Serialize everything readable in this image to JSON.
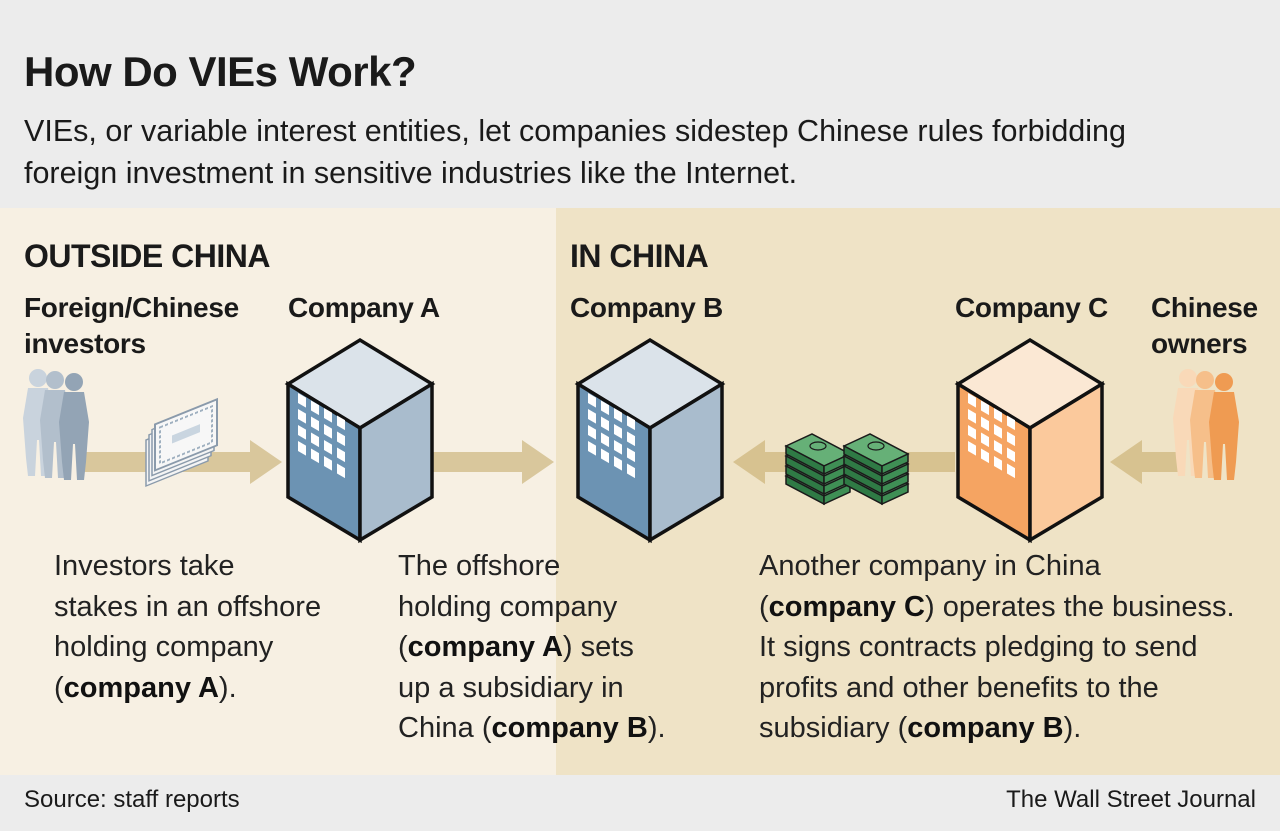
{
  "header": {
    "title": "How Do VIEs Work?",
    "subtitle": "VIEs, or variable interest entities, let companies sidestep Chinese rules forbidding foreign investment in sensitive industries like the Internet."
  },
  "regions": {
    "outside": "OUTSIDE CHINA",
    "inside": "IN CHINA"
  },
  "labels": {
    "foreign_investors_line1": "Foreign/Chinese",
    "foreign_investors_line2": "investors",
    "company_a": "Company A",
    "company_b": "Company B",
    "company_c": "Company C",
    "chinese_owners_line1": "Chinese",
    "chinese_owners_line2": "owners"
  },
  "descriptions": {
    "step1": {
      "line1": "Investors take",
      "line2": "stakes in an offshore",
      "line3": "holding company",
      "line4_open": "(",
      "line4_bold": "company A",
      "line4_close": ")."
    },
    "step2": {
      "line1": "The offshore",
      "line2": "holding company",
      "line3_open": "(",
      "line3_bold": "company A",
      "line3_close": ") sets",
      "line4": "up a subsidiary in",
      "line5_open": "China (",
      "line5_bold": "company B",
      "line5_close": ")."
    },
    "step3": {
      "line1": "Another company in China",
      "line2_open": "(",
      "line2_bold": "company C",
      "line2_close": ") operates the business.",
      "line3": "It signs contracts pledging to send",
      "line4": "profits and other benefits to the",
      "line5_open": "subsidiary (",
      "line5_bold": "company B",
      "line5_close": ")."
    }
  },
  "footer": {
    "source": "Source: staff reports",
    "credit": "The Wall Street Journal"
  },
  "icons": [
    "people-icon",
    "stock-certificate-icon",
    "building-icon",
    "cash-stack-icon",
    "arrow-right-icon",
    "arrow-left-icon"
  ],
  "colors": {
    "header_bg": "#ececec",
    "outside_bg": "#f7f0e3",
    "inside_bg": "#efe3c6",
    "arrow": "#d9c79c",
    "building_blue": "#8aa6bf",
    "building_orange": "#f4a86a",
    "people_blue": "#9aa9b8",
    "people_orange": "#f0a25e",
    "money_green": "#3a8a4f"
  }
}
